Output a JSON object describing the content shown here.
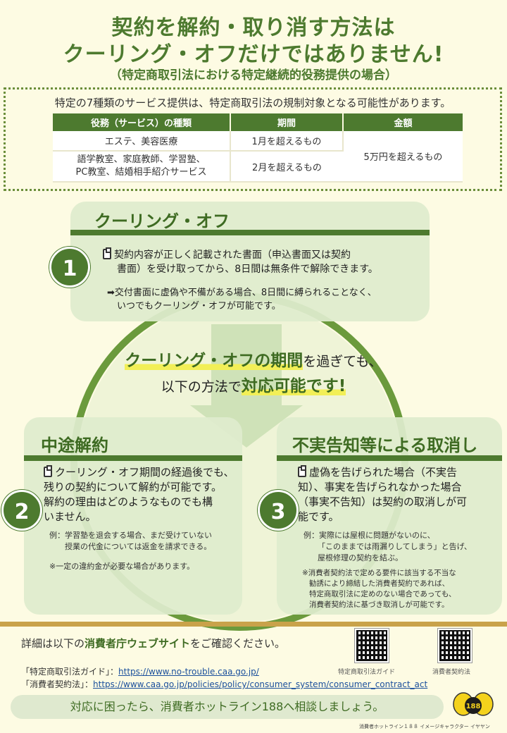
{
  "header": {
    "title_line1": "契約を解約・取り消す方法は",
    "title_line2": "クーリング・オフだけではありません!",
    "subtitle": "（特定商取引法における特定継続的役務提供の場合）"
  },
  "info": {
    "lead": "特定の7種類のサービス提供は、特定商取引法の規制対象となる可能性があります。",
    "table": {
      "headers": [
        "役務（サービス）の種類",
        "期間",
        "金額"
      ],
      "rows": [
        {
          "type": "エステ、美容医療",
          "period": "1月を超えるもの"
        },
        {
          "type_line1": "語学教室、家庭教師、学習塾、",
          "type_line2": "PC教室、結婚相手紹介サービス",
          "period": "2月を超えるもの"
        }
      ],
      "amount": "5万円を超えるもの"
    }
  },
  "section1": {
    "title": "クーリング・オフ",
    "number": "1",
    "text_line1": "契約内容が正しく記載された書面（申込書面又は契約",
    "text_line2": "書面）を受け取ってから、8日間は無条件で解除できます。",
    "note_line1": "➡交付書面に虚偽や不備がある場合、8日間に縛られることなく、",
    "note_line2": "いつでもクーリング・オフが可能です。"
  },
  "center": {
    "hl1": "クーリング・オフの期間",
    "text1": "を過ぎても、",
    "text2a": "以下の方法で",
    "hl2": "対応可能です!"
  },
  "section2": {
    "title": "中途解約",
    "number": "2",
    "lines": [
      "クーリング・オフ期間の経過後でも、",
      "残りの契約について解約が可能です。",
      "解約の理由はどのようなものでも構",
      "いません。"
    ],
    "example_line1": "例：学習塾を退会する場合、まだ受けていない",
    "example_line2": "授業の代金については返金を請求できる。",
    "remark": "※一定の違約金が必要な場合があります。"
  },
  "section3": {
    "title": "不実告知等による取消し",
    "number": "3",
    "lines": [
      "虚偽を告げられた場合（不実告",
      "知）、事実を告げられなかった場合",
      "（事実不告知）は契約の取消しが可",
      "能です。"
    ],
    "example_line1": "例：実際には屋根に問題がないのに、",
    "example_line2": "「このままでは雨漏りしてしまう」と告げ、",
    "example_line3": "屋根修理の契約を結ぶ。",
    "remark_lines": [
      "※消費者契約法で定める要件に該当する不当な",
      "勧誘により締結した消費者契約であれば、",
      "特定商取引法に定めのない場合であっても、",
      "消費者契約法に基づき取消しが可能です。"
    ]
  },
  "bottom": {
    "lead_a": "詳細は以下の",
    "lead_b": "消費者庁ウェブサイト",
    "lead_c": "をご確認ください。",
    "link1_label": "「特定商取引法ガイド」：",
    "link1_url": "https://www.no-trouble.caa.go.jp/",
    "link2_label": "「消費者契約法」：",
    "link2_url": "https://www.caa.go.jp/policies/policy/consumer_system/consumer_contract_act",
    "qr1_label": "特定商取引法ガイド",
    "qr2_label": "消費者契約法",
    "hotline": "対応に困ったら、消費者ホットライン188へ相談しましょう。",
    "mascot_number": "188",
    "footnote": "消費者ホットライン１８８ イメージキャラクター イヤヤン"
  },
  "colors": {
    "primary_green": "#4d7a2f",
    "background": "#fdfbe3",
    "accent_gold": "#c9a24a",
    "highlight_yellow": "#f2ef57"
  }
}
